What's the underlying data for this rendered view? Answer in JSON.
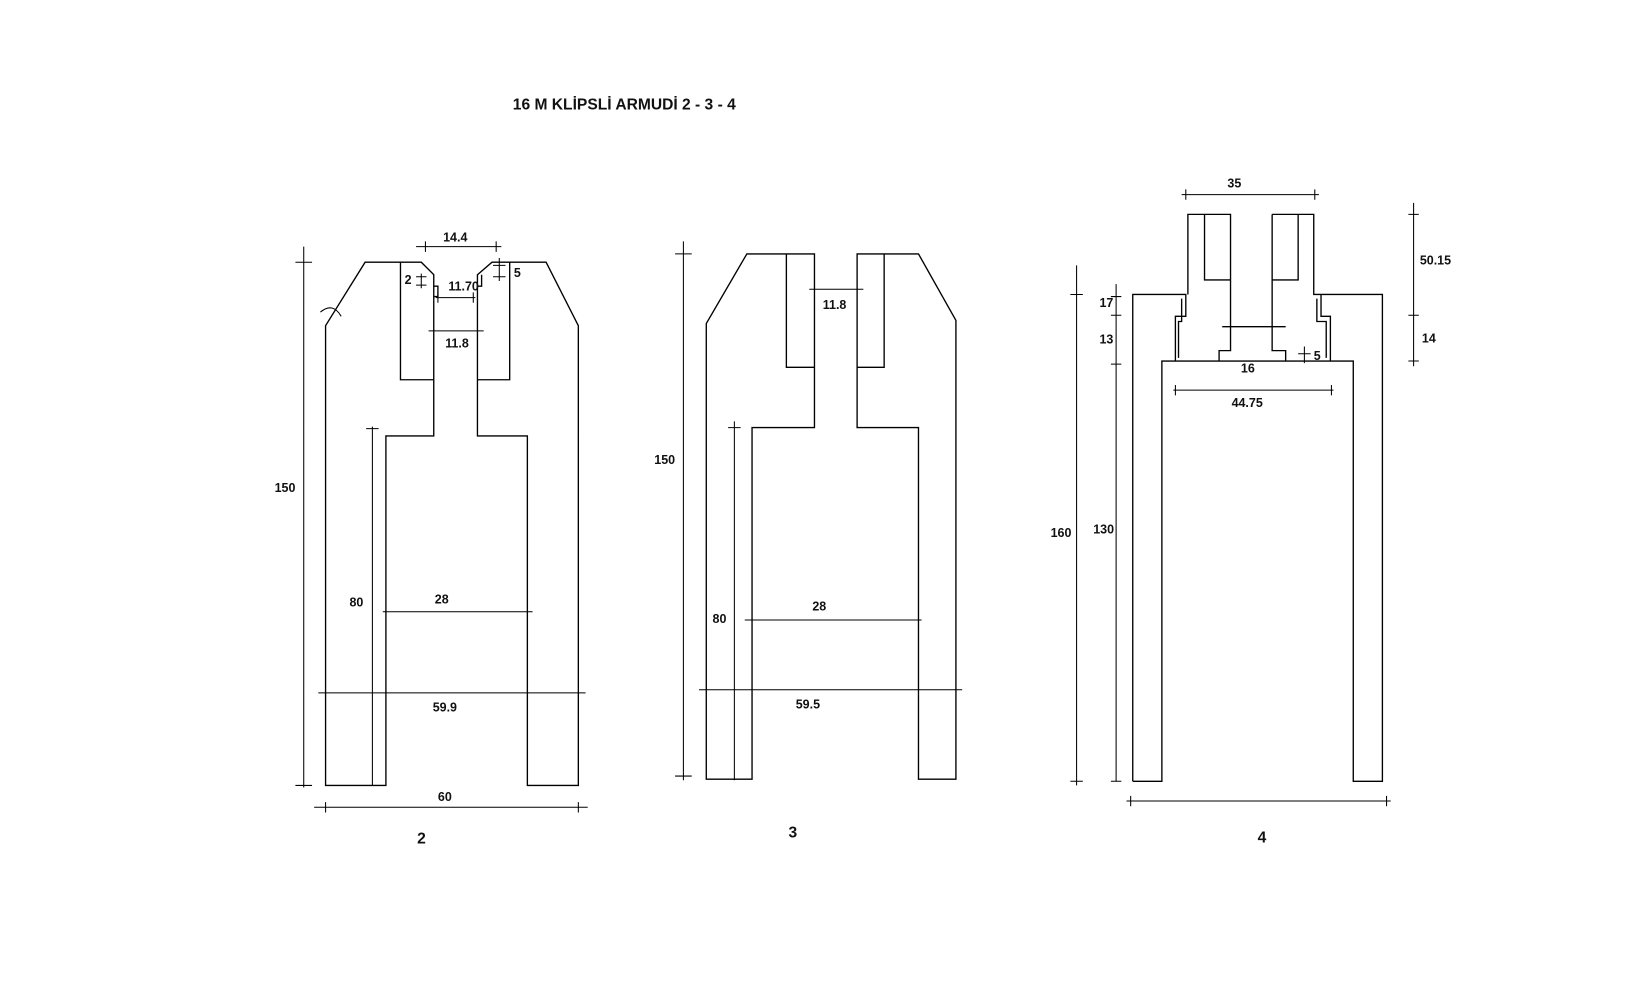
{
  "title": "16 M KLİPSLİ ARMUDİ 2 - 3 - 4",
  "figures": [
    {
      "label": "2",
      "dims": {
        "height": "150",
        "inner_height": "80",
        "inner_width": "28",
        "width_mid": "59.9",
        "width_bottom": "60",
        "top_gap": "14.4",
        "notch_gap": "11.70",
        "neck": "11.8",
        "notch_h": "2",
        "step": "5"
      }
    },
    {
      "label": "3",
      "dims": {
        "height": "150",
        "inner_height": "80",
        "inner_width": "28",
        "width_mid": "59.5",
        "neck": "11.8"
      }
    },
    {
      "label": "4",
      "dims": {
        "top_width": "35",
        "top_height": "50.15",
        "step_height": "14",
        "h17": "17",
        "h13": "13",
        "height": "160",
        "inner_height": "130",
        "mid": "16",
        "step": "5",
        "inner_width": "44.75"
      }
    }
  ]
}
